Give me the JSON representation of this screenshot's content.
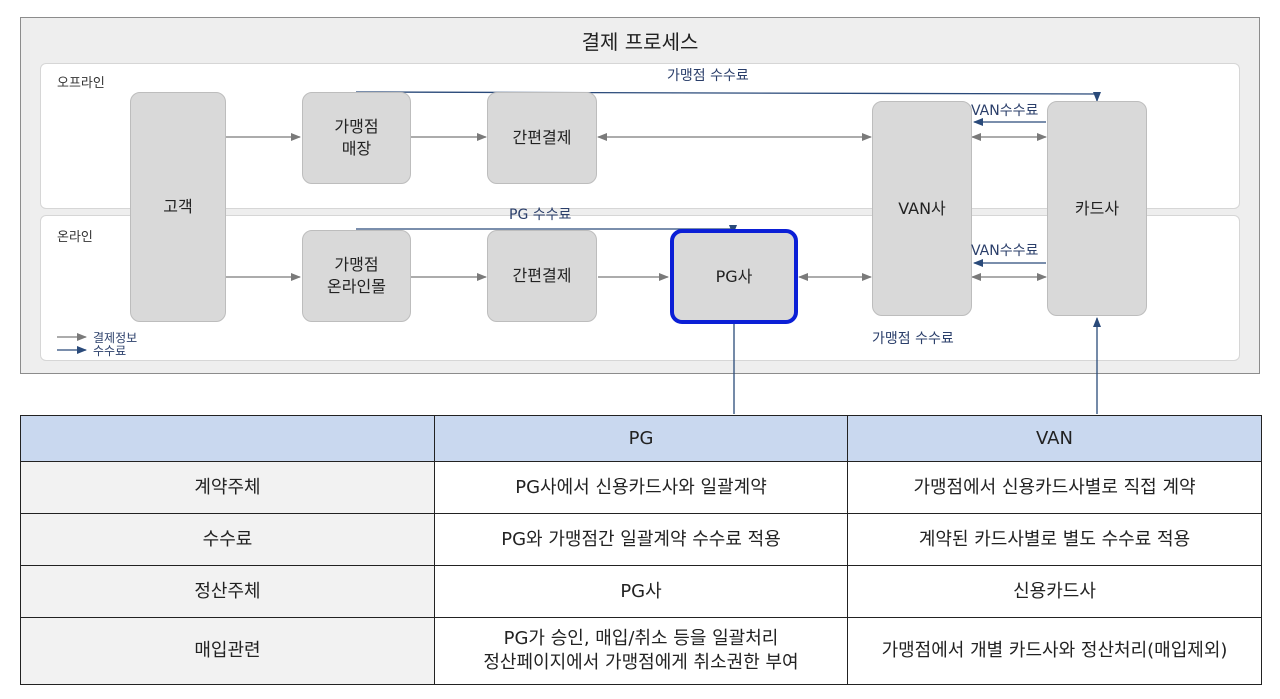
{
  "diagram": {
    "title": "결제 프로세스",
    "lanes": {
      "offline": "오프라인",
      "online": "온라인"
    },
    "nodes": {
      "customer": "고객",
      "store": "가맹점\n매장",
      "easypay_offline": "간편결제",
      "online_mall": "가맹점\n온라인몰",
      "easypay_online": "간편결제",
      "pg": "PG사",
      "van": "VAN사",
      "card": "카드사"
    },
    "edge_labels": {
      "merchant_fee_top": "가맹점 수수료",
      "van_fee_1": "VAN수수료",
      "pg_fee": "PG 수수료",
      "van_fee_2": "VAN수수료",
      "merchant_fee_bottom": "가맹점 수수료"
    },
    "legend": {
      "payment_info": "결제정보",
      "fee": "수수료"
    },
    "colors": {
      "info_arrow": "#7a7a7a",
      "fee_arrow": "#2a4a7a",
      "highlight": "#0b1fd6"
    }
  },
  "table": {
    "headers": [
      "",
      "PG",
      "VAN"
    ],
    "rows": [
      {
        "label": "계약주체",
        "pg": "PG사에서 신용카드사와 일괄계약",
        "van": "가맹점에서 신용카드사별로 직접 계약"
      },
      {
        "label": "수수료",
        "pg": "PG와 가맹점간 일괄계약 수수료 적용",
        "van": "계약된 카드사별로 별도 수수료 적용"
      },
      {
        "label": "정산주체",
        "pg": "PG사",
        "van": "신용카드사"
      },
      {
        "label": "매입관련",
        "pg": "PG가 승인, 매입/취소 등을 일괄처리\n정산페이지에서 가맹점에게 취소권한 부여",
        "van": "가맹점에서 개별 카드사와 정산처리(매입제외)"
      }
    ]
  }
}
